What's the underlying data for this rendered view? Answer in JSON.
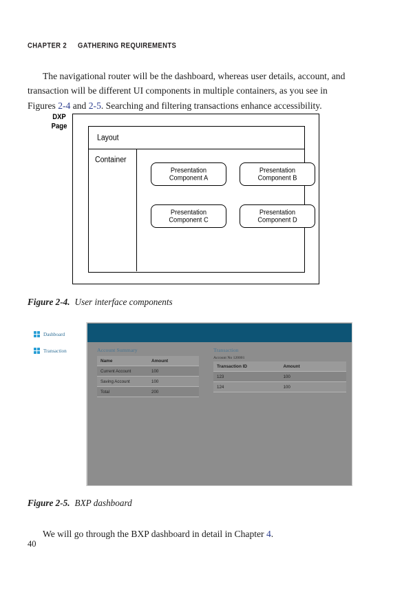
{
  "page": {
    "running_head_chapter": "CHAPTER 2",
    "running_head_title": "GATHERING REQUIREMENTS",
    "folio": "40"
  },
  "paragraphs": {
    "intro": {
      "part1": "The navigational router will be the dashboard, whereas user details, account, and transaction will be different UI components in multiple containers, as you see in Figures ",
      "xref1": "2-4",
      "part2": " and ",
      "xref2": "2-5",
      "part3": ". Searching and filtering transactions enhance accessibility."
    },
    "outro": {
      "part1": "We will go through the BXP dashboard in detail in Chapter ",
      "xref1": "4",
      "part2": "."
    }
  },
  "figure_24": {
    "caption_number": "Figure 2-4.",
    "caption_text": "User interface components",
    "dxp_label_line1": "DXP",
    "dxp_label_line2": "Page",
    "layout_label": "Layout",
    "container_label": "Container",
    "components": [
      {
        "line1": "Presentation",
        "line2": "Component A"
      },
      {
        "line1": "Presentation",
        "line2": "Component B"
      },
      {
        "line1": "Presentation",
        "line2": "Component C"
      },
      {
        "line1": "Presentation",
        "line2": "Component D"
      }
    ]
  },
  "figure_25": {
    "caption_number": "Figure 2-5.",
    "caption_text": "BXP dashboard",
    "colors": {
      "header_bar": "#0d5475",
      "canvas_gray": "#8d8d8d",
      "nav_icon": "#2a9fd6",
      "nav_text": "#2f6f97",
      "panel_title": "#4a7591"
    },
    "sidebar": {
      "items": [
        {
          "label": "Dashboard",
          "icon": "grid-icon"
        },
        {
          "label": "Transaction",
          "icon": "grid-icon"
        }
      ]
    },
    "account_panel": {
      "title": "Account Summary",
      "columns": [
        "Name",
        "Amount"
      ],
      "rows": [
        {
          "name": "Current Account",
          "amount": "100"
        },
        {
          "name": "Saving Account",
          "amount": "100"
        },
        {
          "name": "Total",
          "amount": "200"
        }
      ]
    },
    "transaction_panel": {
      "title": "Transaction",
      "subtitle": "Account No 120001",
      "columns": [
        "Transaction ID",
        "Amount"
      ],
      "rows": [
        {
          "id": "123",
          "amount": "100"
        },
        {
          "id": "124",
          "amount": "100"
        }
      ]
    }
  }
}
